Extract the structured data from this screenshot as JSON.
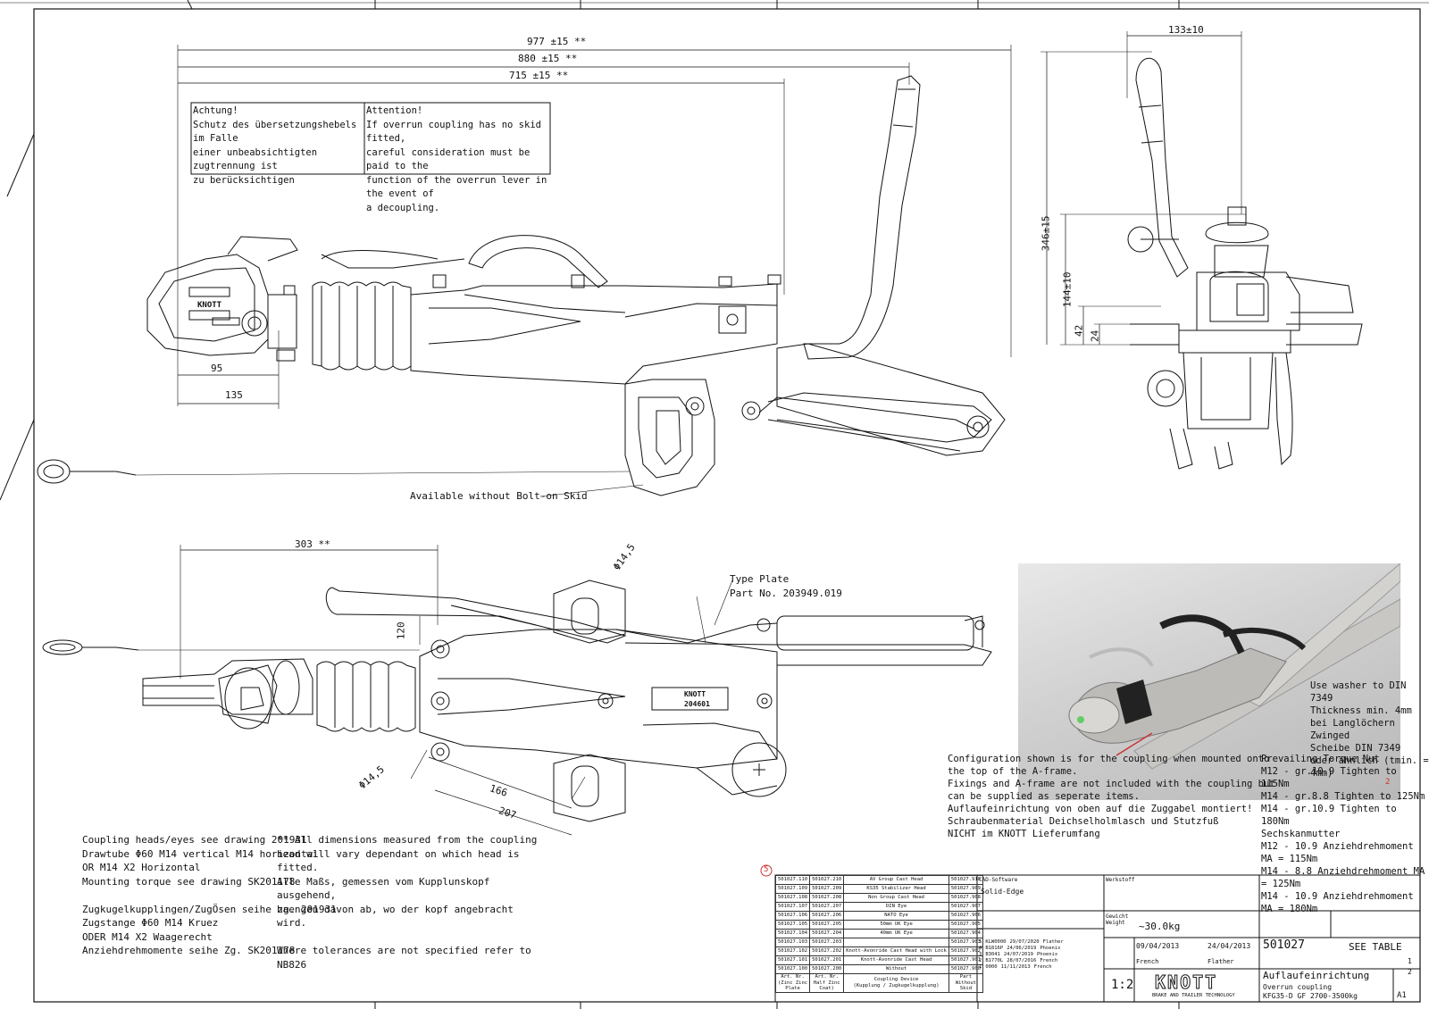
{
  "drawing": {
    "dims_top": {
      "d977": "977 ±15 **",
      "d880": "880 ±15 **",
      "d715": "715 ±15 **",
      "d95": "95",
      "d135": "135"
    },
    "dims_side": {
      "d133": "133±10",
      "d346": "346±15",
      "d144": "144±10",
      "d42": "42",
      "d24": "24"
    },
    "dims_plan": {
      "d303": "303 **",
      "d145a": "Φ14,5",
      "d145b": "Φ14,5",
      "d120": "120",
      "d166": "166",
      "d207": "207"
    },
    "warning_de": "Achtung!\nSchutz des übersetzungshebels im Falle\neiner unbeabsichtigten zugtrennung ist\nzu berücksichtigen",
    "warning_en": "Attention!\nIf overrun coupling has no skid fitted,\ncareful consideration must be paid to the\nfunction of the overrun lever in the event of\na decoupling.",
    "bolt_on_skid": "Available without Bolt-on Skid",
    "type_plate": "Type Plate\nPart No. 203949.019",
    "brand_label": "KNOTT",
    "plate_number": "204601",
    "notes_left": "Coupling heads/eyes see drawing 201931\nDrawtube Φ60 M14 vertical M14 horizontal\nOR M14 X2 Horizontal\nMounting torque see drawing SK201178\n\nZugkugelkupplingen/ZugÖsen seihe zg. 201931\nZugstange Φ60 M14 Kruez\nODER M14 X2 Waagerecht\nAnziehdrehmomente seihe Zg. SK201178",
    "notes_mid": "** All dimensions measured from the coupling\nhead will vary dependant on which head is\nfitted.\nAlle Maßs, gemessen vom Kupplunskopf\nausgehend,\nhaengen davon ab, wo der kopf angebracht\nwird.\n\nWhere tolerances are not specified refer to\nNB826",
    "config_note": "Configuration shown is for the coupling when mounted onto\nthe top of the A-frame.\nFixings and A-frame are not included with the coupling but\ncan be supplied as seperate items.\nAuflaufeinrichtung von oben auf die Zuggabel montiert!\nSchraubenmaterial Deichselholmlasch und Stutzfuß\nNICHT im KNOTT Lieferumfang",
    "washer_note": "Use washer to DIN 7349\nThickness min. 4mm\nbei Langlöchern Zwinged\nScheibe DIN 7349\noder ähnlich (tmin. = 4mm)",
    "torque_note": "Prevailing Torque Nut\nM12 - gr.10.9 Tighten to 115Nm\nM14 - gr.8.8 Tighten to 125Nm\nM14 - gr.10.9 Tighten to 180Nm\nSechskanmutter\nM12 - 10.9 Anziehdrehmoment MA = 115Nm\nM14 - 8.8 Anziehdrehmoment MA = 125Nm\nM14 - 10.9 Anziehdrehmoment MA = 180Nm",
    "rev_circle_2": "2",
    "rev_circle_5": "5"
  },
  "bom": {
    "rows": [
      [
        "501027.110",
        "501027.210",
        "AV Group Cast Head",
        "501027.910"
      ],
      [
        "501027.109",
        "501027.209",
        "KS35 Stabilizer Head",
        "501027.909"
      ],
      [
        "501027.108",
        "501027.208",
        "Non Group Cast Head",
        "501027.908"
      ],
      [
        "501027.107",
        "501027.207",
        "DIN Eye",
        "501027.907"
      ],
      [
        "501027.106",
        "501027.206",
        "NATO Eye",
        "501027.906"
      ],
      [
        "501027.105",
        "501027.205",
        "50mm UK Eye",
        "501027.905"
      ],
      [
        "501027.104",
        "501027.204",
        "40mm UK Eye",
        "501027.904"
      ],
      [
        "501027.103",
        "501027.203",
        "",
        "501027.903"
      ],
      [
        "501027.102",
        "501027.202",
        "Knott-Avonride Cast Head with Lock",
        "501027.902"
      ],
      [
        "501027.101",
        "501027.201",
        "Knott-Avonride Cast Head",
        "501027.901"
      ],
      [
        "501027.100",
        "501027.200",
        "Without",
        "501027.900"
      ]
    ],
    "header": [
      "Art. Nr.\n(Zinc Zinc Plate",
      "Art. Nr.\nHalf Zinc Coat)",
      "Coupling Device\n(Kupplung / Zugkugelkupplung)",
      "Part Without Skid"
    ]
  },
  "title_block": {
    "cad_software": "CAD-Software",
    "cad_name": "Solid-Edge",
    "material": "Werkstoff",
    "weight_label": "Gewicht\nWeight",
    "weight_value": "~30.0kg",
    "scale": "1:2",
    "drawn_date": "09/04/2013",
    "checked_date": "24/04/2013",
    "drawn_by": "French",
    "checked_by": "Flather",
    "drawing_number": "501027",
    "see_table": "SEE TABLE",
    "title_de": "Auflaufeinrichtung",
    "title_en": "Overrun coupling",
    "title_model": "KFG35-D GF 2700-3500kg",
    "company": "KNOTT",
    "company_sub": "BRAKE AND TRAILER TECHNOLOGY",
    "sheet_size": "A1",
    "sheet_no": "1",
    "sheet_of": "2",
    "revisions": [
      [
        "5",
        "KLW0000",
        "29/07/2020",
        "Flather"
      ],
      [
        "4",
        "B1816P",
        "24/06/2019",
        "Phoenix"
      ],
      [
        "3",
        "B3041",
        "24/07/2019",
        "Phoenix"
      ],
      [
        "2",
        "B1770L",
        "28/07/2016",
        "French"
      ],
      [
        "1",
        "0000",
        "11/11/2013",
        "French"
      ]
    ]
  }
}
